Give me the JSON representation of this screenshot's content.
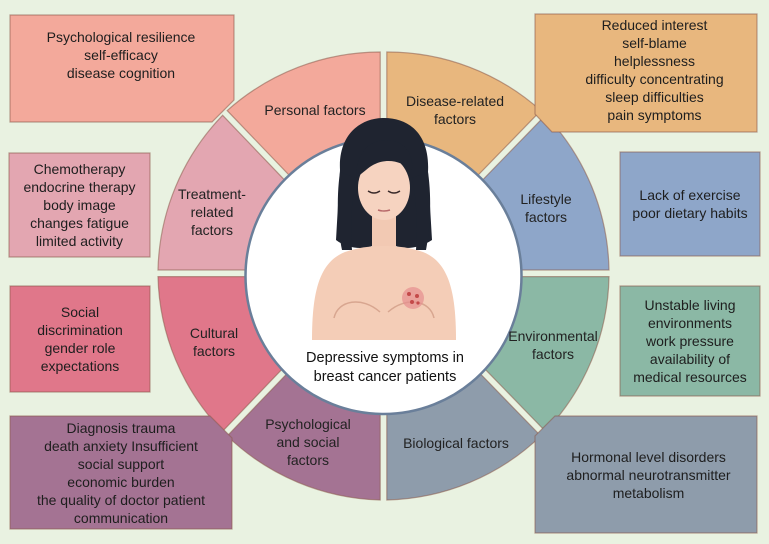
{
  "center": {
    "caption_lines": [
      "Depressive symptoms in",
      "breast cancer patients"
    ]
  },
  "colors": {
    "background": "#e9f2e1",
    "personal": "#f3a99b",
    "disease": "#e8b77e",
    "lifestyle": "#8ea6c9",
    "environmental": "#8bb8a5",
    "biological": "#8e9cab",
    "psychological": "#a47393",
    "cultural": "#e0778a",
    "treatment": "#e3a6b1"
  },
  "segments": [
    {
      "key": "personal",
      "label": "Personal factors"
    },
    {
      "key": "disease",
      "label": "Disease-related\nfactors"
    },
    {
      "key": "lifestyle",
      "label": "Lifestyle\nfactors"
    },
    {
      "key": "environmental",
      "label": "Environmental\nfactors"
    },
    {
      "key": "biological",
      "label": "Biological factors"
    },
    {
      "key": "psychological",
      "label": "Psychological\nand social\nfactors"
    },
    {
      "key": "cultural",
      "label": "Cultural\nfactors"
    },
    {
      "key": "treatment",
      "label": "Treatment-\nrelated\nfactors"
    }
  ],
  "boxes": {
    "personal": [
      "Psychological resilience",
      "self-efficacy",
      "disease cognition"
    ],
    "disease": [
      "Reduced interest",
      "self-blame",
      "helplessness",
      "difficulty concentrating",
      "sleep difficulties",
      "pain symptoms"
    ],
    "treatment": [
      "Chemotherapy",
      "endocrine therapy",
      "body image",
      "changes fatigue",
      "limited activity"
    ],
    "lifestyle": [
      "Lack of exercise",
      "poor dietary habits"
    ],
    "cultural": [
      "Social",
      "discrimination",
      "gender role",
      "expectations"
    ],
    "environmental": [
      "Unstable living",
      "environments",
      "work pressure",
      "availability of",
      "medical resources"
    ],
    "psychological": [
      "Diagnosis trauma",
      "death anxiety Insufficient",
      "social support",
      "economic burden",
      "the quality of doctor patient",
      "communication"
    ],
    "biological": [
      "Hormonal level disorders",
      "abnormal neurotransmitter",
      "metabolism"
    ]
  }
}
